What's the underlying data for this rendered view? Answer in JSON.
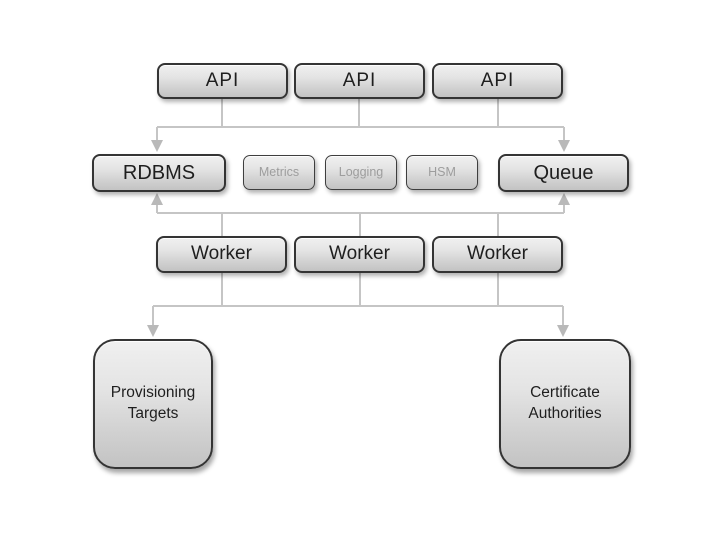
{
  "diagram": {
    "background": "#ffffff",
    "nodes": {
      "api1": {
        "label": "API"
      },
      "api2": {
        "label": "API"
      },
      "api3": {
        "label": "API"
      },
      "rdbms": {
        "label": "RDBMS"
      },
      "metrics": {
        "label": "Metrics"
      },
      "logging": {
        "label": "Logging"
      },
      "hsm": {
        "label": "HSM"
      },
      "queue": {
        "label": "Queue"
      },
      "worker1": {
        "label": "Worker"
      },
      "worker2": {
        "label": "Worker"
      },
      "worker3": {
        "label": "Worker"
      },
      "provisioning_targets": {
        "label": "Provisioning Targets"
      },
      "certificate_authorities": {
        "label": "Certificate Authorities"
      }
    },
    "edges": [
      {
        "from": [
          "api1",
          "api2",
          "api3"
        ],
        "to": [
          "rdbms",
          "queue"
        ],
        "style": "arrow-down"
      },
      {
        "from": [
          "worker1",
          "worker2",
          "worker3"
        ],
        "to": [
          "rdbms",
          "queue"
        ],
        "style": "arrow-up"
      },
      {
        "from": [
          "worker1",
          "worker2",
          "worker3"
        ],
        "to": [
          "provisioning_targets",
          "certificate_authorities"
        ],
        "style": "arrow-down"
      }
    ],
    "colors": {
      "connector": "#c5c5c5",
      "arrowhead": "#b9b9b9",
      "node_border": "#343434",
      "node_fill_top": "#f0f0f0",
      "node_fill_bottom": "#c3c3c3",
      "text_primary": "#1e1e1e",
      "text_muted": "#9d9d9d"
    }
  }
}
